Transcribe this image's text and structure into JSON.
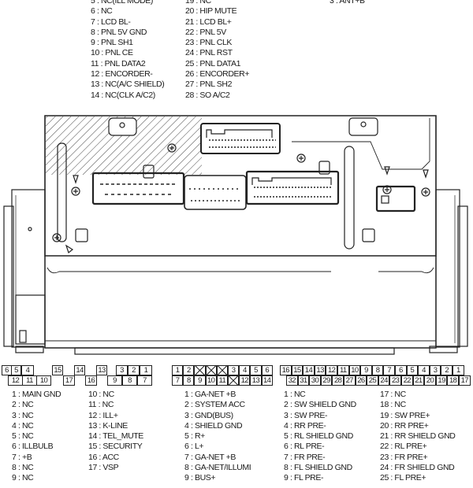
{
  "top_pinout": {
    "col1": [
      "5 : NC(ILL MODE)",
      "6 : NC",
      "7 : LCD BL-",
      "8 : PNL 5V GND",
      "9 : PNL SH1",
      "10 : PNL CE",
      "11 : PNL DATA2",
      "12 : ENCORDER-",
      "13 : NC(A/C SHIELD)",
      "14 : NC(CLK A/C2)"
    ],
    "col2": [
      "19 : NC",
      "20 : HIP MUTE",
      "21 : LCD BL+",
      "22 : PNL 5V",
      "23 : PNL CLK",
      "24 : PNL RST",
      "25 : PNL DATA1",
      "26 : ENCORDER+",
      "27 : PNL SH2",
      "28 : SO A/C2"
    ],
    "col3": [
      "3 : ANT+B"
    ]
  },
  "connectors": {
    "left": {
      "pins_top": [
        "6",
        "5",
        "4",
        "15",
        "14",
        "13",
        "3",
        "2",
        "1"
      ],
      "pins_bottom": [
        "12",
        "11",
        "10",
        "17",
        "16",
        "9",
        "8",
        "7"
      ],
      "col1": [
        "1 : MAIN GND",
        "2 : NC",
        "3 : NC",
        "4 : NC",
        "5 : NC",
        "6 : ILLBULB",
        "7 : +B",
        "8 : NC",
        "9 : NC"
      ],
      "col2": [
        "10 : NC",
        "11 : NC",
        "12 : ILL+",
        "13 : K-LINE",
        "14 : TEL_MUTE",
        "15 : SECURITY",
        "16 : ACC",
        "17 : VSP"
      ]
    },
    "middle": {
      "pins_top": [
        "1",
        "2",
        "X",
        "X",
        "X",
        "3",
        "4",
        "5",
        "6"
      ],
      "pins_bottom": [
        "7",
        "8",
        "9",
        "10",
        "11",
        "X",
        "12",
        "13",
        "14"
      ],
      "col1": [
        "1 : GA-NET +B",
        "2 : SYSTEM ACC",
        "3 : GND(BUS)",
        "4 : SHIELD GND",
        "5 : R+",
        "6 : L+",
        "7 : GA-NET +B",
        "8 : GA-NET/ILLUMI",
        "9 : BUS+"
      ]
    },
    "right": {
      "pins_top": [
        "16",
        "15",
        "14",
        "13",
        "12",
        "11",
        "10",
        "9",
        "8",
        "7",
        "6",
        "5",
        "4",
        "3",
        "2",
        "1"
      ],
      "pins_bottom": [
        "32",
        "31",
        "30",
        "29",
        "28",
        "27",
        "26",
        "25",
        "24",
        "23",
        "22",
        "21",
        "20",
        "19",
        "18",
        "17"
      ],
      "col1": [
        "1 : NC",
        "2 : SW SHIELD GND",
        "3 : SW PRE-",
        "4 : RR PRE-",
        "5 : RL SHIELD GND",
        "6 : RL PRE-",
        "7 : FR PRE-",
        "8 : FL SHIELD GND",
        "9 : FL PRE-"
      ],
      "col2": [
        "17 : NC",
        "18 : NC",
        "19 : SW PRE+",
        "20 : RR PRE+",
        "21 : RR SHIELD GND",
        "22 : RL PRE+",
        "23 : FR PRE+",
        "24 : FR SHIELD GND",
        "25 : FL PRE+"
      ]
    }
  },
  "colors": {
    "line": "#222222",
    "background": "#ffffff"
  }
}
